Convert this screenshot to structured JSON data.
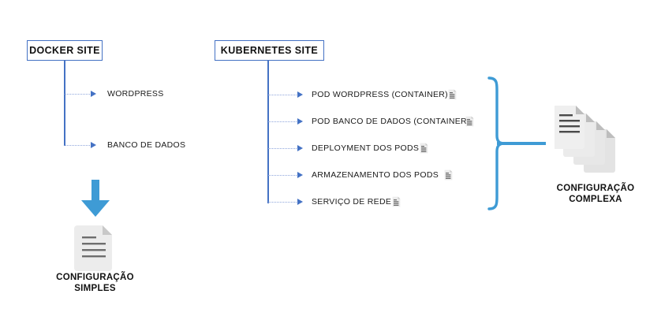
{
  "diagram": {
    "title_boxes": {
      "docker": "DOCKER SITE",
      "kubernetes": "KUBERNETES SITE"
    },
    "docker_branch": {
      "items": [
        {
          "label": "WORDPRESS"
        },
        {
          "label": "BANCO DE DADOS"
        }
      ],
      "result_icon": "document-icon",
      "result_caption_line1": "CONFIGURAÇÃO",
      "result_caption_line2": "SIMPLES"
    },
    "kubernetes_branch": {
      "items": [
        {
          "label": "POD WORDPRESS (CONTAINER)",
          "icon": "document-icon"
        },
        {
          "label": "POD BANCO DE DADOS (CONTAINER)",
          "icon": "document-icon"
        },
        {
          "label": "DEPLOYMENT DOS PODS",
          "icon": "document-icon"
        },
        {
          "label": "ARMAZENAMENTO DOS PODS",
          "icon": "document-icon"
        },
        {
          "label": "SERVIÇO DE REDE",
          "icon": "document-icon"
        }
      ],
      "result_icon": "document-stack-icon",
      "result_caption_line1": "CONFIGURAÇÃO",
      "result_caption_line2": "COMPLEXA"
    },
    "colors": {
      "box_border": "#4472C4",
      "trunk": "#4472C4",
      "connector_dash": "#8FA6DC",
      "arrow_head": "#4472C4",
      "accent_blue": "#3E9BD5",
      "document_body": "#ECECEC",
      "document_fold": "#C8C8C8",
      "document_line": "#6E6E6E",
      "text": "#111111",
      "background": "#FFFFFF"
    }
  }
}
